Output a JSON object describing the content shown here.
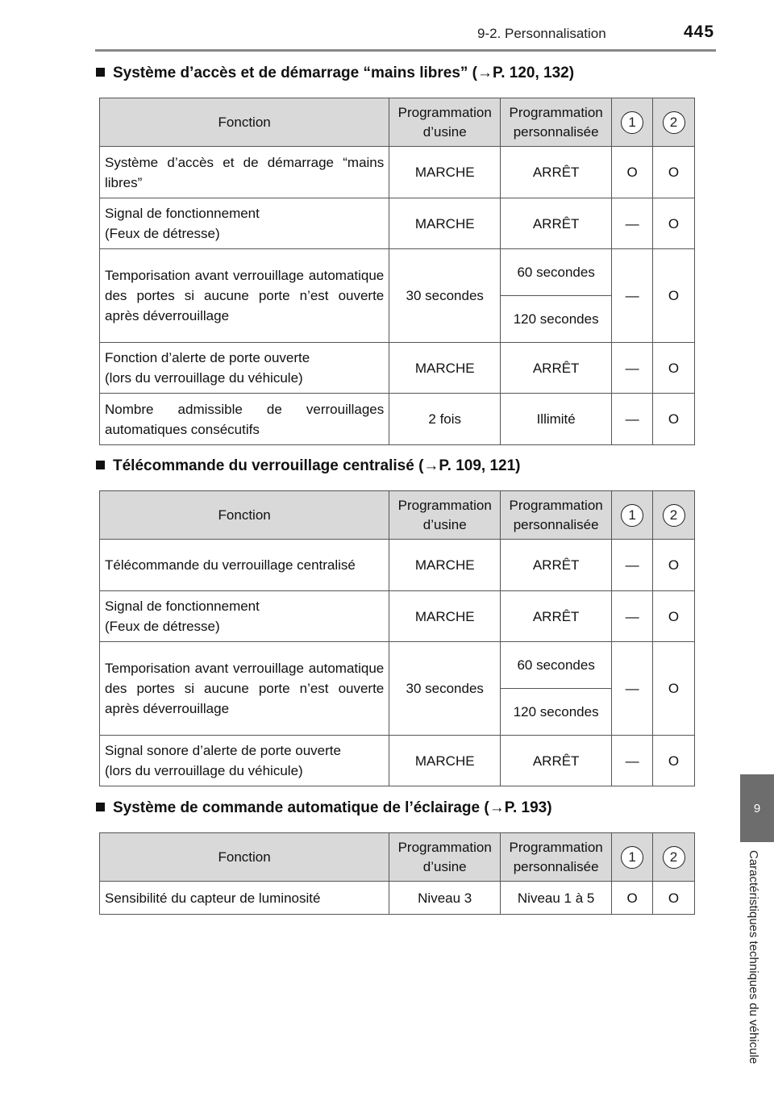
{
  "header": {
    "section": "9-2. Personnalisation",
    "page": "445"
  },
  "side_tab": {
    "number": "9",
    "label": "Caractéristiques techniques du véhicule"
  },
  "column_headers": {
    "function": "Fonction",
    "default": "Programmation d’usine",
    "custom": "Programmation personnalisée",
    "method1": "1",
    "method2": "2"
  },
  "sections": [
    {
      "title": "Système d’accès et de démarrage “mains libres” (→P. 120, 132)",
      "rows": [
        {
          "function": "Système d’accès et de démarrage “mains libres”",
          "default": "MARCHE",
          "custom": [
            "ARRÊT"
          ],
          "m1": "O",
          "m2": "O"
        },
        {
          "function": "Signal de fonctionnement\n(Feux de détresse)",
          "default": "MARCHE",
          "custom": [
            "ARRÊT"
          ],
          "m1": "—",
          "m2": "O"
        },
        {
          "function": "Temporisation avant verrouillage automatique des portes si aucune porte n’est ouverte après déverrouillage",
          "default": "30 secondes",
          "custom": [
            "60 secondes",
            "120 secondes"
          ],
          "m1": "—",
          "m2": "O"
        },
        {
          "function": "Fonction d’alerte de porte ouverte\n(lors du verrouillage du véhicule)",
          "default": "MARCHE",
          "custom": [
            "ARRÊT"
          ],
          "m1": "—",
          "m2": "O"
        },
        {
          "function": "Nombre admissible de verrouillages automatiques consécutifs",
          "default": "2 fois",
          "custom": [
            "Illimité"
          ],
          "m1": "—",
          "m2": "O"
        }
      ]
    },
    {
      "title": "Télécommande du verrouillage centralisé (→P. 109, 121)",
      "rows": [
        {
          "function": "Télécommande du verrouillage centralisé",
          "default": "MARCHE",
          "custom": [
            "ARRÊT"
          ],
          "m1": "—",
          "m2": "O"
        },
        {
          "function": "Signal de fonctionnement\n(Feux de détresse)",
          "default": "MARCHE",
          "custom": [
            "ARRÊT"
          ],
          "m1": "—",
          "m2": "O"
        },
        {
          "function": "Temporisation avant verrouillage automatique des portes si aucune porte n’est ouverte après déverrouillage",
          "default": "30 secondes",
          "custom": [
            "60 secondes",
            "120 secondes"
          ],
          "m1": "—",
          "m2": "O"
        },
        {
          "function": "Signal sonore d’alerte de porte ouverte\n(lors du verrouillage du véhicule)",
          "default": "MARCHE",
          "custom": [
            "ARRÊT"
          ],
          "m1": "—",
          "m2": "O"
        }
      ]
    },
    {
      "title": "Système de commande automatique de l’éclairage (→P. 193)",
      "rows": [
        {
          "function": "Sensibilité du capteur de luminosité",
          "default": "Niveau 3",
          "custom": [
            "Niveau 1 à 5"
          ],
          "m1": "O",
          "m2": "O"
        }
      ]
    }
  ]
}
